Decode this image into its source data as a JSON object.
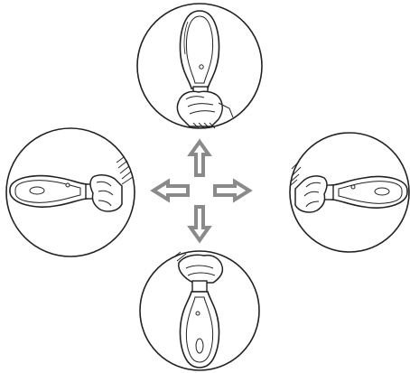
{
  "figure": {
    "panels": [
      {
        "id": "top",
        "orientation": "handle-down",
        "icon": "scanner-held-upright-icon"
      },
      {
        "id": "left",
        "orientation": "handle-right",
        "icon": "scanner-held-horizontal-icon"
      },
      {
        "id": "right",
        "orientation": "handle-left",
        "icon": "scanner-held-horizontal-icon"
      },
      {
        "id": "bottom",
        "orientation": "handle-up",
        "icon": "scanner-held-inverted-icon"
      }
    ],
    "arrows": [
      "up",
      "left",
      "right",
      "down"
    ],
    "colors": {
      "line": "#222222",
      "arrow": "#8a8a8a",
      "background": "#ffffff"
    }
  }
}
